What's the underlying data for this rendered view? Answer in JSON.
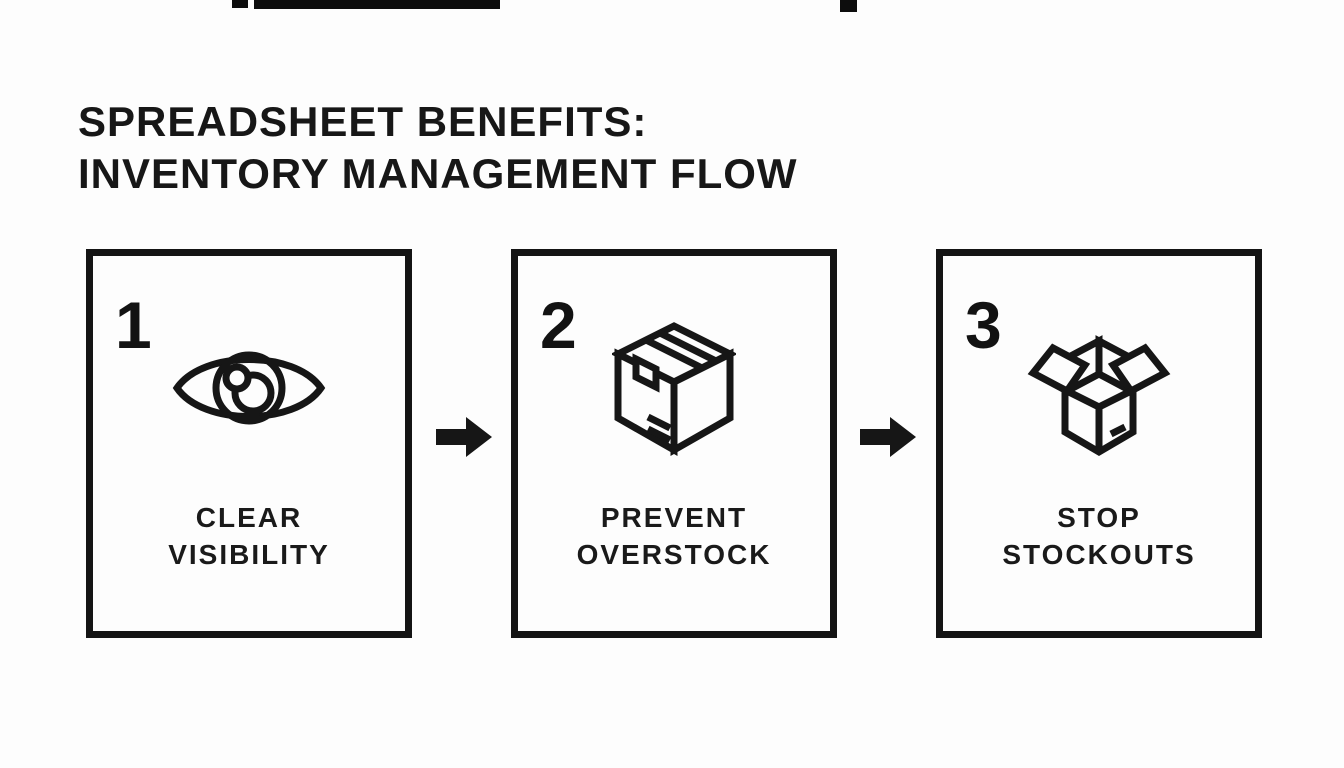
{
  "title": {
    "line1": "SPREADSHEET BENEFITS:",
    "line2": "INVENTORY MANAGEMENT FLOW"
  },
  "steps": [
    {
      "number": "1",
      "icon": "eye-icon",
      "label_line1": "CLEAR",
      "label_line2": "VISIBILITY"
    },
    {
      "number": "2",
      "icon": "closed-box-icon",
      "label_line1": "PREVENT",
      "label_line2": "OVERSTOCK"
    },
    {
      "number": "3",
      "icon": "open-box-icon",
      "label_line1": "STOP",
      "label_line2": "STOCKOUTS"
    }
  ],
  "arrows": {
    "direction": "right",
    "count": 2
  },
  "colors": {
    "background": "#fdfdfd",
    "ink": "#161616"
  }
}
